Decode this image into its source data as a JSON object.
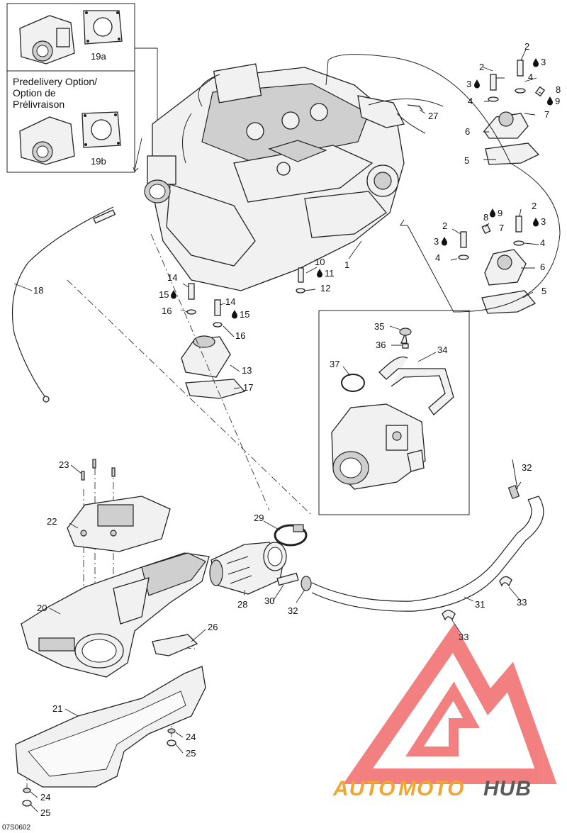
{
  "callouts": {
    "c1": "1",
    "c2a": "2",
    "c2b": "2",
    "c2c": "2",
    "c2d": "2",
    "c3a": "3",
    "c3b": "3",
    "c3c": "3",
    "c3d": "3",
    "c4a": "4",
    "c4b": "4",
    "c4c": "4",
    "c4d": "4",
    "c5a": "5",
    "c5b": "5",
    "c6a": "6",
    "c6b": "6",
    "c7a": "7",
    "c7b": "7",
    "c8a": "8",
    "c8b": "8",
    "c9a": "9",
    "c9b": "9",
    "c10": "10",
    "c11": "11",
    "c12": "12",
    "c13": "13",
    "c14a": "14",
    "c14b": "14",
    "c15a": "15",
    "c15b": "15",
    "c16a": "16",
    "c16b": "16",
    "c17": "17",
    "c18": "18",
    "c19a": "19a",
    "c19b": "19b",
    "c20": "20",
    "c21": "21",
    "c22": "22",
    "c23": "23",
    "c24a": "24",
    "c24b": "24",
    "c25a": "25",
    "c25b": "25",
    "c26": "26",
    "c27": "27",
    "c28": "28",
    "c29": "29",
    "c30": "30",
    "c31": "31",
    "c32a": "32",
    "c32b": "32",
    "c33a": "33",
    "c33b": "33",
    "c34": "34",
    "c35": "35",
    "c36": "36",
    "c37": "37"
  },
  "option_box": {
    "line1": "Predelivery Option/",
    "line2": "Option de",
    "line3": "Prélivraison"
  },
  "drawing_code": "07S0602",
  "watermark": {
    "part1": "AUTO",
    "part2": "MOTO",
    "part3": "HUB",
    "color_accent": "#f26b6b",
    "color_main": "#f2a530",
    "color_dark": "#5a5a5a"
  },
  "icons": {
    "thread_locker": "drop-icon"
  }
}
